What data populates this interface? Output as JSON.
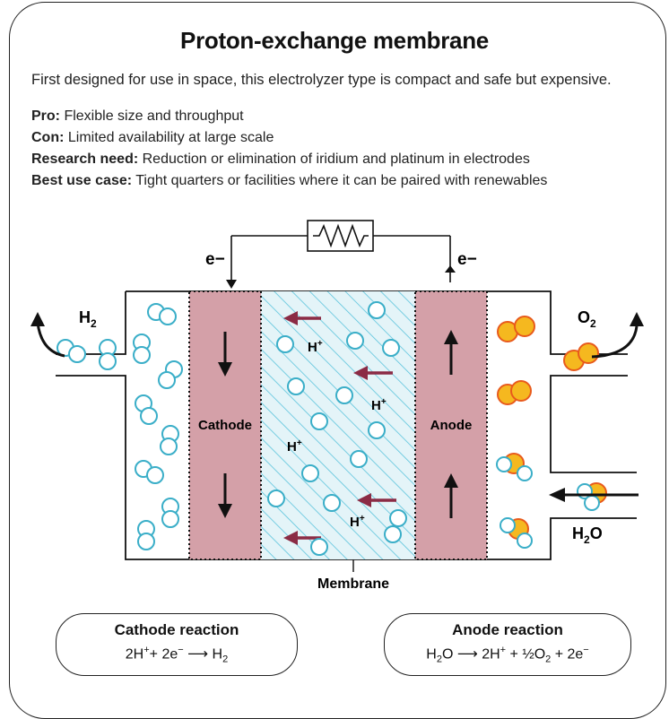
{
  "header": {
    "title": "Proton-exchange membrane",
    "subtitle": "First designed for use in space, this electrolyzer type is compact and safe but expensive."
  },
  "facts": [
    {
      "label": "Pro:",
      "text": "Flexible size and throughput"
    },
    {
      "label": "Con:",
      "text": "Limited availability at large scale"
    },
    {
      "label": "Research need:",
      "text": "Reduction or elimination of iridium and platinum in electrodes"
    },
    {
      "label": "Best use case:",
      "text": "Tight quarters or facilities where it can be paired with renewables"
    }
  ],
  "diagram": {
    "electron_left": "e−",
    "electron_right": "e−",
    "h2_label": "H",
    "h2_sub": "2",
    "o2_label": "O",
    "o2_sub": "2",
    "h2o_label": "H",
    "h2o_sub": "2",
    "h2o_tail": "O",
    "cathode_label": "Cathode",
    "anode_label": "Anode",
    "membrane_label": "Membrane",
    "proton_label": "H",
    "proton_charge": "+"
  },
  "reactions": {
    "cathode_title": "Cathode reaction",
    "anode_title": "Anode reaction"
  },
  "colors": {
    "electrode": "#d4a0a8",
    "membrane_bg": "#e4f4f8",
    "hatch": "#5cc4dc",
    "ion_arrow": "#8b2b45",
    "hydrogen": "#3aaec8",
    "oxygen": "#f5b81f",
    "oxygen_edge": "#e85a1c"
  }
}
